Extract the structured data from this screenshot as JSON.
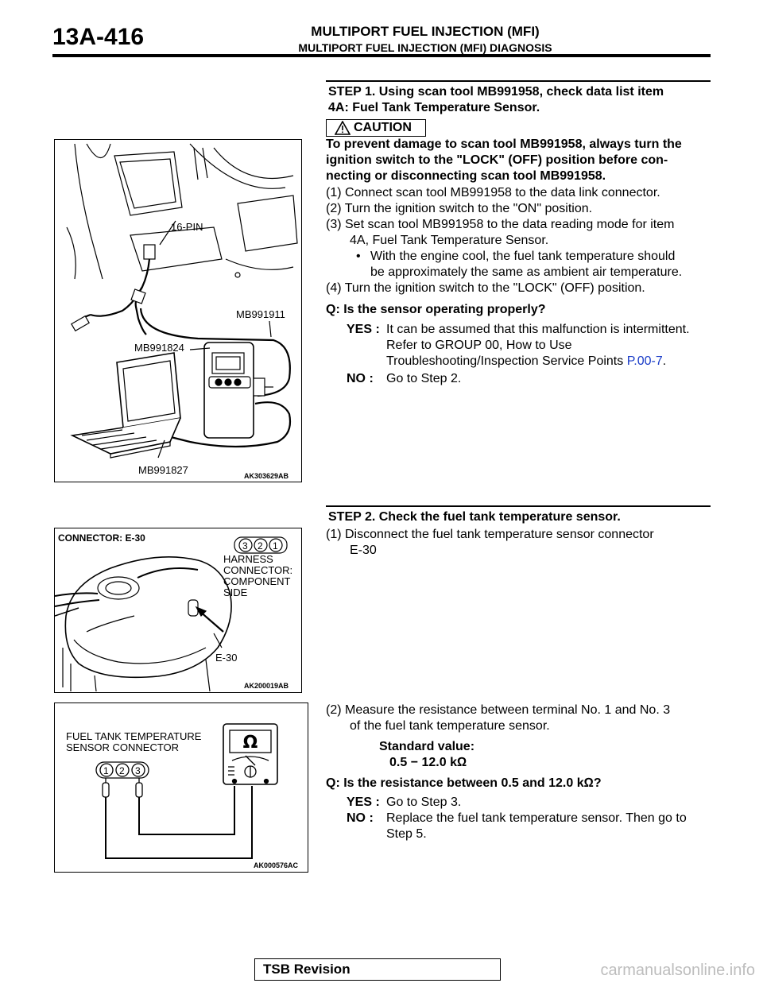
{
  "header": {
    "page_number": "13A-416",
    "title": "MULTIPORT FUEL INJECTION (MFI)",
    "subtitle": "MULTIPORT FUEL INJECTION (MFI) DIAGNOSIS"
  },
  "step1": {
    "heading_line1": "STEP 1. Using scan tool MB991958, check data list item",
    "heading_line2": "4A: Fuel Tank Temperature Sensor.",
    "caution_label": "CAUTION",
    "caution_line1": "To prevent damage to scan tool MB991958, always turn the",
    "caution_line2": "ignition switch to the \"LOCK\" (OFF) position before con-",
    "caution_line3": "necting or disconnecting scan tool MB991958.",
    "item1": "(1) Connect scan tool MB991958 to the data link connector.",
    "item2": "(2) Turn the ignition switch to the \"ON\" position.",
    "item3_line1": "(3) Set scan tool MB991958 to the data reading mode for item",
    "item3_line2": "4A, Fuel Tank Temperature Sensor.",
    "bullet_line1": "With the engine cool, the fuel tank temperature should",
    "bullet_line2": "be approximately the same as ambient air temperature.",
    "item4": "(4) Turn the ignition switch to the \"LOCK\" (OFF) position.",
    "question": "Q: Is the sensor operating properly?",
    "yes_label": "YES :",
    "yes_line1": "It can be assumed that this malfunction is intermittent.",
    "yes_line2": "Refer to GROUP 00, How to Use",
    "yes_line3": "Troubleshooting/Inspection Service Points ",
    "yes_link": "P.00-7",
    "yes_period": ".",
    "no_label": "NO :",
    "no_text": "Go to Step 2.",
    "figure": {
      "pin": "16-PIN",
      "cable": "MB991911",
      "tool": "MB991824",
      "pc": "MB991827",
      "code": "AK303629AB"
    }
  },
  "step2": {
    "heading": "STEP 2. Check the fuel tank temperature sensor.",
    "item1_line1": "(1) Disconnect the fuel tank temperature sensor connector",
    "item1_line2": "E-30",
    "figure": {
      "connector_title": "CONNECTOR: E-30",
      "pin3": "3",
      "pin2": "2",
      "pin1": "1",
      "harness_line1": "HARNESS",
      "harness_line2": "CONNECTOR:",
      "harness_line3": "COMPONENT",
      "harness_line4": "SIDE",
      "connector_label": "E-30",
      "code": "AK200019AB"
    },
    "item2_line1": "(2) Measure the resistance between terminal No. 1 and No. 3",
    "item2_line2": "of the fuel tank temperature sensor.",
    "standard_label": "Standard value:",
    "standard_value": "0.5 − 12.0 kΩ",
    "question": "Q: Is the resistance between 0.5 and 12.0 kΩ?",
    "yes_label": "YES :",
    "yes_text": "Go to Step 3.",
    "no_label": "NO :",
    "no_line1": "Replace the fuel tank temperature sensor. Then go to",
    "no_line2": "Step 5.",
    "figure2": {
      "label_line1": "FUEL TANK TEMPERATURE",
      "label_line2": "SENSOR CONNECTOR",
      "pin1": "1",
      "pin2": "2",
      "pin3": "3",
      "ohm": "Ω",
      "code": "AK000576AC"
    }
  },
  "footer": {
    "revision": "TSB Revision"
  },
  "watermark": "carmanualsonline.info"
}
